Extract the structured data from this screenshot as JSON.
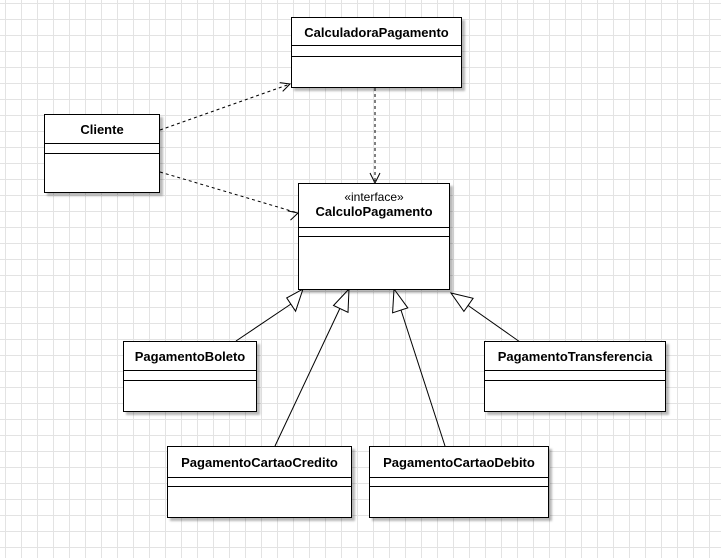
{
  "diagram": {
    "classes": {
      "calculadora": {
        "name": "CalculadoraPagamento"
      },
      "cliente": {
        "name": "Cliente"
      },
      "calculo": {
        "stereotype": "«interface»",
        "name": "CalculoPagamento"
      },
      "boleto": {
        "name": "PagamentoBoleto"
      },
      "transferencia": {
        "name": "PagamentoTransferencia"
      },
      "credito": {
        "name": "PagamentoCartaoCredito"
      },
      "debito": {
        "name": "PagamentoCartaoDebito"
      }
    },
    "relationships": [
      {
        "type": "dependency",
        "from": "Cliente",
        "to": "CalculadoraPagamento"
      },
      {
        "type": "dependency",
        "from": "Cliente",
        "to": "CalculoPagamento"
      },
      {
        "type": "dependency",
        "from": "CalculadoraPagamento",
        "to": "CalculoPagamento"
      },
      {
        "type": "realization",
        "from": "PagamentoBoleto",
        "to": "CalculoPagamento"
      },
      {
        "type": "realization",
        "from": "PagamentoCartaoCredito",
        "to": "CalculoPagamento"
      },
      {
        "type": "realization",
        "from": "PagamentoCartaoDebito",
        "to": "CalculoPagamento"
      },
      {
        "type": "realization",
        "from": "PagamentoTransferencia",
        "to": "CalculoPagamento"
      }
    ],
    "colors": {
      "line": "#000000",
      "box_fill": "#ffffff",
      "grid": "#e3e3e3"
    }
  }
}
